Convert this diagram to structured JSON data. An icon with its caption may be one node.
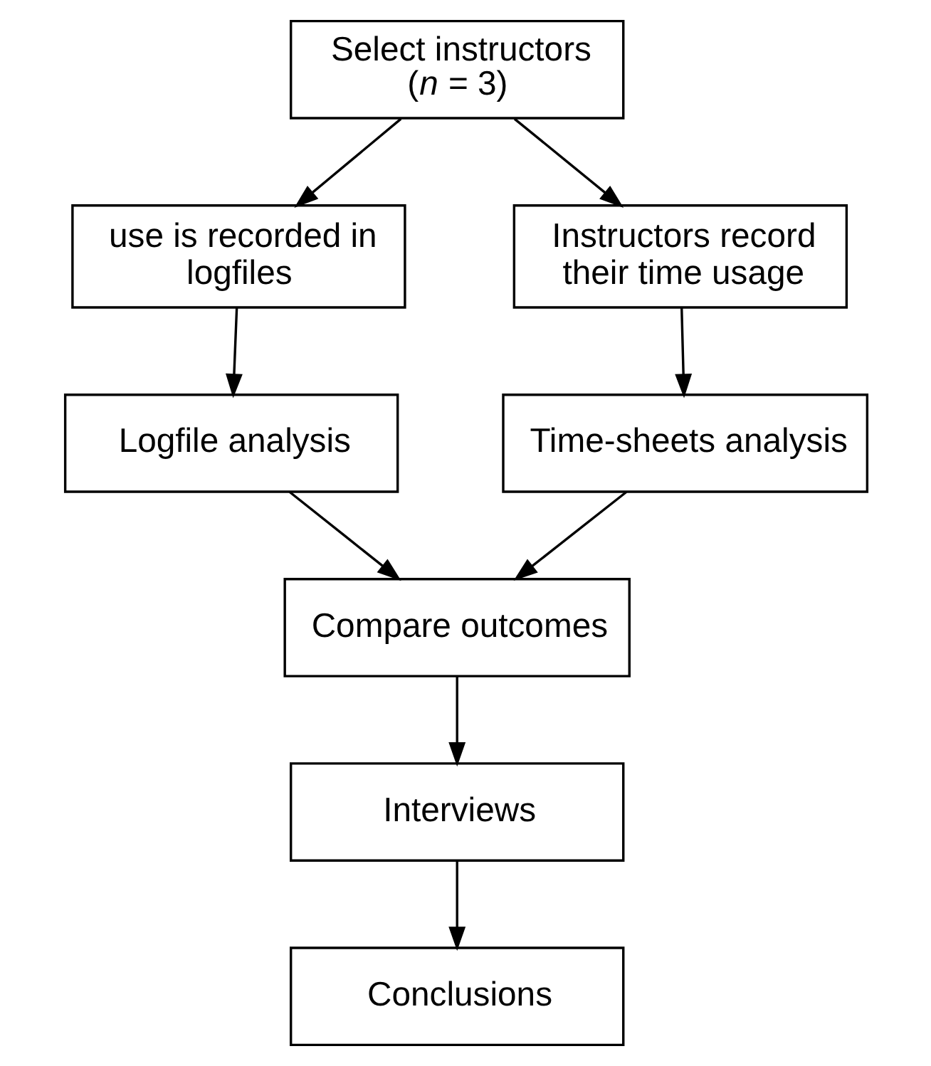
{
  "diagram": {
    "nodes": [
      {
        "text": [
          "Select instructors (*n* = 3)"
        ]
      },
      {
        "text": [
          "use is recorded in logfiles"
        ]
      },
      {
        "text": [
          "Instructors record their time usage"
        ]
      },
      {
        "text": [
          "Logfile analysis"
        ]
      },
      {
        "text": [
          "Time-sheets analysis"
        ]
      },
      {
        "text": [
          "Compare outcomes"
        ]
      },
      {
        "text": [
          "Interviews"
        ]
      },
      {
        "text": [
          "Conclusions"
        ]
      }
    ],
    "edges": [
      {
        "from": 0,
        "to": 1,
        "arrow": "to"
      },
      {
        "from": 0,
        "to": 2,
        "arrow": "to"
      },
      {
        "from": 1,
        "to": 3,
        "arrow": "to"
      },
      {
        "from": 2,
        "to": 4,
        "arrow": "to"
      },
      {
        "from": 3,
        "to": 5,
        "arrow": "to"
      },
      {
        "from": 4,
        "to": 5,
        "arrow": "to"
      },
      {
        "from": 5,
        "to": 6,
        "arrow": "to"
      },
      {
        "from": 6,
        "to": 7,
        "arrow": "to"
      }
    ]
  }
}
